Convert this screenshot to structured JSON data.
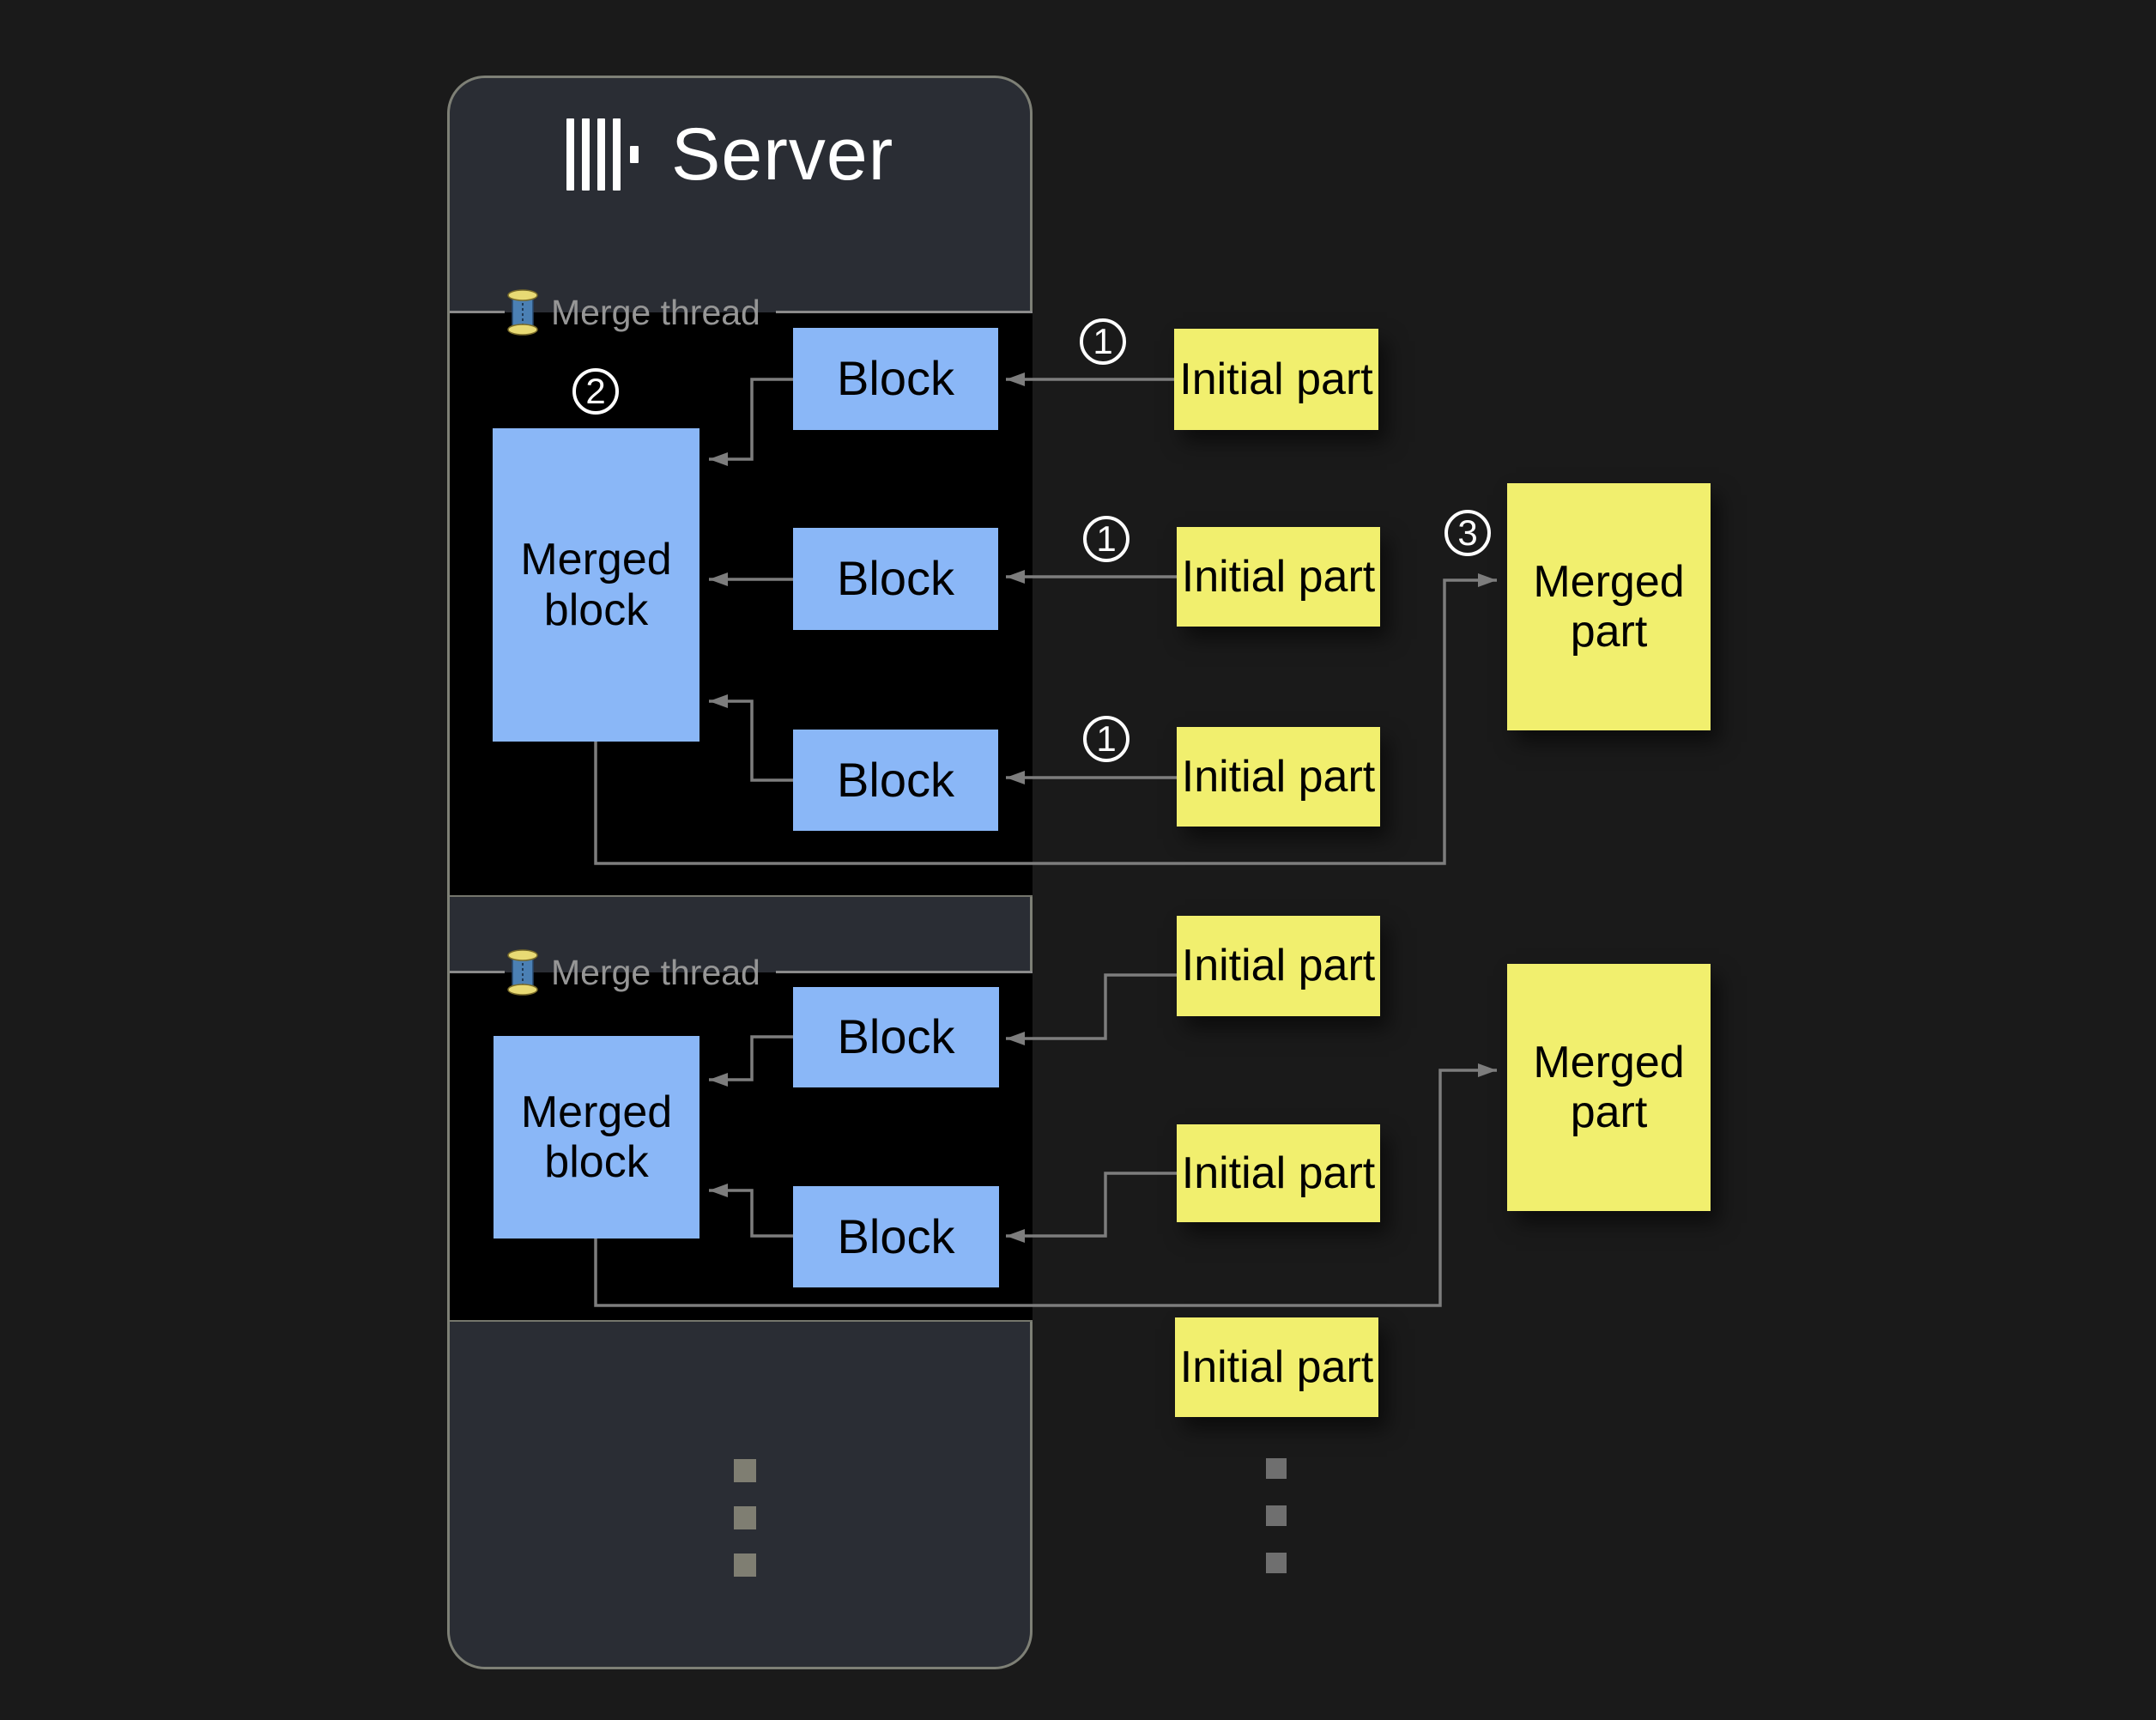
{
  "server": {
    "title": "Server",
    "logo_icon": "clickhouse-logo",
    "panel_color": "#2a2d34",
    "border_color": "#7e8076"
  },
  "threads": [
    {
      "label": "Merge thread",
      "icon": "thread-spool-icon",
      "merge_step_badge": "2",
      "merged_block": {
        "label": "Merged block"
      },
      "blocks": [
        {
          "label": "Block"
        },
        {
          "label": "Block"
        },
        {
          "label": "Block"
        }
      ]
    },
    {
      "label": "Merge thread",
      "icon": "thread-spool-icon",
      "merged_block": {
        "label": "Merged block"
      },
      "blocks": [
        {
          "label": "Block"
        },
        {
          "label": "Block"
        }
      ]
    }
  ],
  "initial_parts": [
    {
      "label": "Initial part",
      "badge": "1"
    },
    {
      "label": "Initial part",
      "badge": "1"
    },
    {
      "label": "Initial part",
      "badge": "1"
    },
    {
      "label": "Initial part"
    },
    {
      "label": "Initial part"
    },
    {
      "label": "Initial part"
    }
  ],
  "merged_parts": [
    {
      "label": "Merged part",
      "badge": "3"
    },
    {
      "label": "Merged part"
    }
  ],
  "colors": {
    "background": "#1a1a1a",
    "block_fill": "#8ab7f7",
    "part_fill": "#f1ef6e",
    "arrow": "#7d7d7d",
    "thread_label": "#969696",
    "title_text": "#ffffff"
  }
}
